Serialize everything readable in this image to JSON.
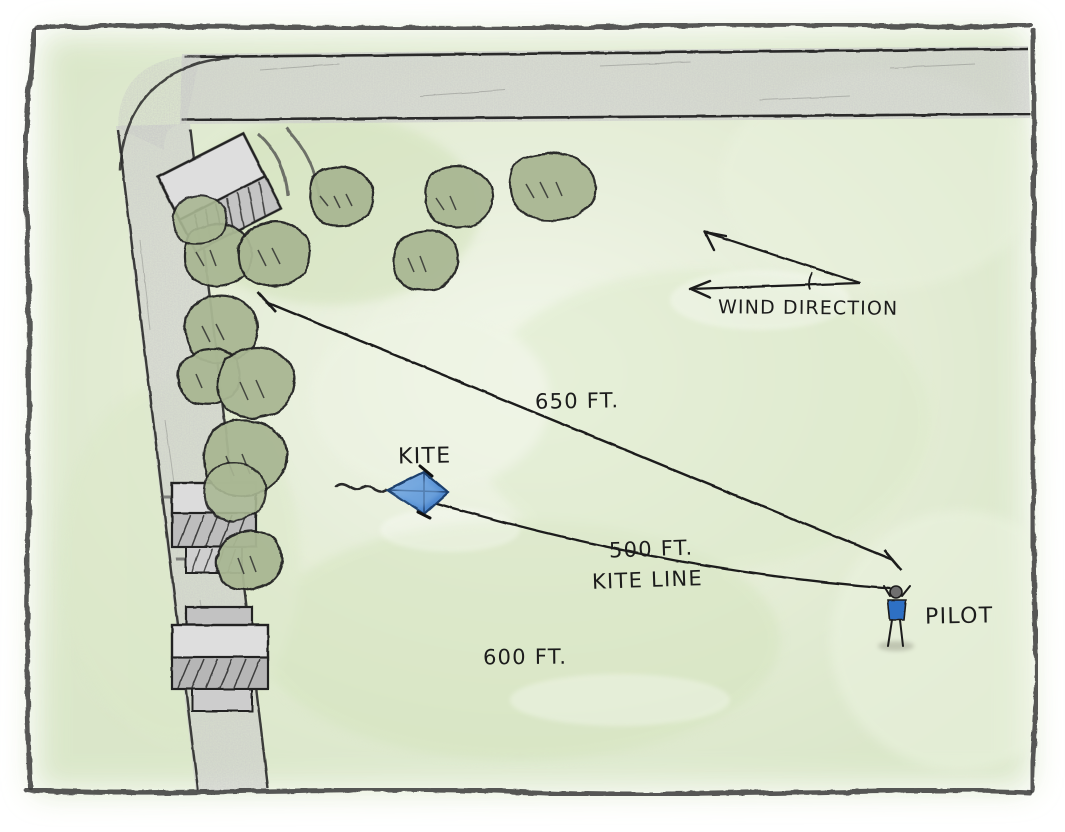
{
  "diagram": {
    "title": "Kite Flying Field Diagram",
    "style": "hand-drawn pencil sketch",
    "background_color": "#e4edd6",
    "paper_color": "#ffffff",
    "road_color": "#c9c9c9",
    "bush_color": "#a9b793",
    "kite_color": "#3f7fd0",
    "kite_color_light": "#82aee0",
    "pilot_shirt_color": "#2f6fc4",
    "ink_color": "#1c1c1c"
  },
  "labels": {
    "wind_direction": "WIND DIRECTION",
    "distance_hypotenuse": "650 FT.",
    "kite_line_distance": "500 FT.",
    "kite_line_name": "KITE LINE",
    "ground_distance": "600 FT.",
    "kite": "KITE",
    "pilot": "PILOT"
  },
  "measurements": [
    {
      "name": "650 FT.",
      "value": 650,
      "unit": "ft",
      "describes": "straight line from far upper-left marker to pilot"
    },
    {
      "name": "500 FT.",
      "value": 500,
      "unit": "ft",
      "describes": "kite line length from pilot to kite"
    },
    {
      "name": "600 FT.",
      "value": 600,
      "unit": "ft",
      "describes": "horizontal ground distance baseline"
    }
  ],
  "features": {
    "roads": [
      "top horizontal road",
      "left vertical road",
      "curved corner connector"
    ],
    "buildings": [
      "house-upper-left",
      "house-mid-left",
      "house-lower-left"
    ],
    "bush_count": 13,
    "figures": [
      "pilot stick figure",
      "blue delta kite with wavy tail"
    ]
  }
}
